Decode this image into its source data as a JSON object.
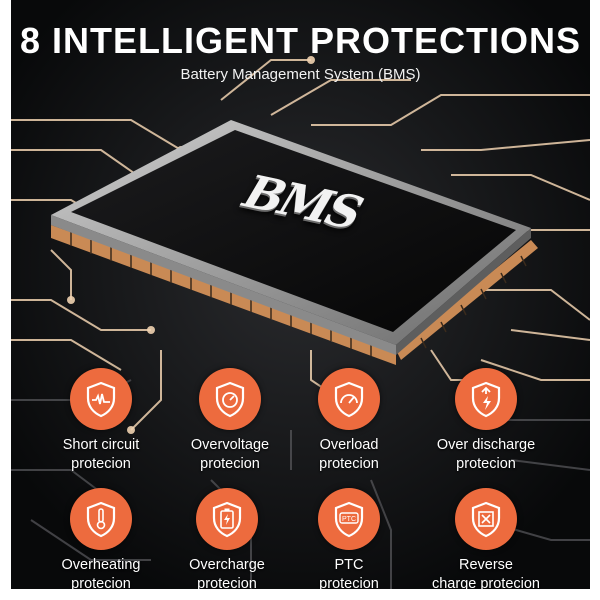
{
  "header": {
    "title": "8 INTELLIGENT PROTECTIONS",
    "subtitle": "Battery Management System (BMS)"
  },
  "chip": {
    "label": "BMS"
  },
  "colors": {
    "accent": "#ed6b3e",
    "trace": "#e8c9a8",
    "board": "#0d0e10"
  },
  "features": [
    {
      "line1": "Short circuit",
      "line2": "protecion",
      "icon": "short-circuit-shield-icon"
    },
    {
      "line1": "Overvoltage",
      "line2": "protecion",
      "icon": "overvoltage-shield-icon"
    },
    {
      "line1": "Overload",
      "line2": "protecion",
      "icon": "overload-shield-icon"
    },
    {
      "line1": "Over discharge",
      "line2": "protecion",
      "icon": "over-discharge-shield-icon"
    },
    {
      "line1": "Overheating",
      "line2": "protecion",
      "icon": "thermometer-shield-icon"
    },
    {
      "line1": "Overcharge",
      "line2": "protecion",
      "icon": "battery-shield-icon"
    },
    {
      "line1": "PTC",
      "line2": "protecion",
      "icon": "ptc-shield-icon",
      "badge_text": "PTC"
    },
    {
      "line1": "Reverse",
      "line2": "charge protecion",
      "icon": "reverse-charge-shield-icon"
    }
  ]
}
